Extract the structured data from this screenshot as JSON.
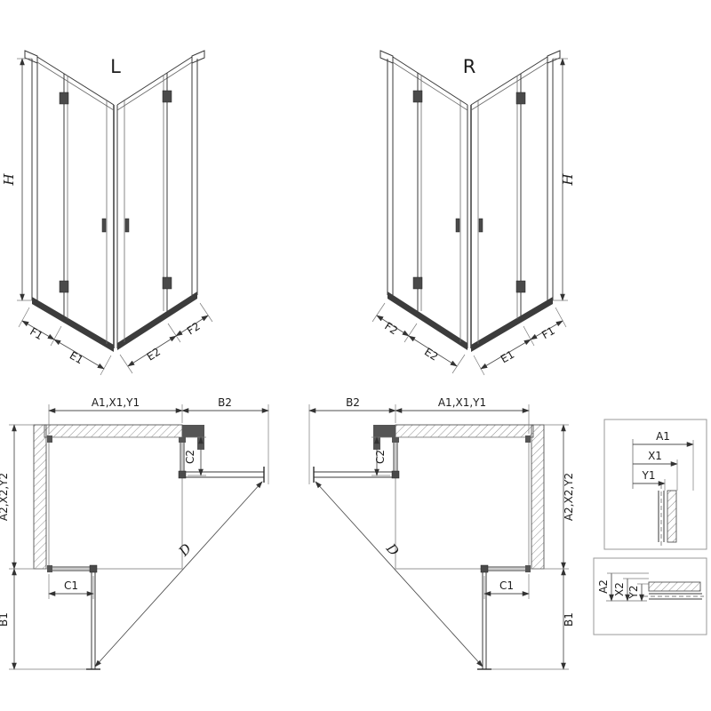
{
  "page": {
    "background": "#ffffff",
    "ink": "#2e2e2e"
  },
  "views": {
    "front_left": {
      "label": "L",
      "height_dim": "H",
      "bottom_dims_left": [
        "F1",
        "E1"
      ],
      "bottom_dims_right": [
        "E2",
        "F2"
      ]
    },
    "front_right": {
      "label": "R",
      "height_dim": "H",
      "bottom_dims_left": [
        "F2",
        "E2"
      ],
      "bottom_dims_right": [
        "E1",
        "F1"
      ]
    },
    "plan_left": {
      "top_dim": "A1,X1,Y1",
      "top_right_dim": "B2",
      "right_dim": "C2",
      "left_dim": "A2,X2,Y2",
      "left_bottom_dim": "B1",
      "bottom_dim": "C1",
      "diagonal_dim": "D"
    },
    "plan_right": {
      "top_left_dim": "B2",
      "top_dim": "A1,X1,Y1",
      "left_dim": "C2",
      "right_dim": "A2,X2,Y2",
      "right_bottom_dim": "B1",
      "bottom_dim": "C1",
      "diagonal_dim": "D"
    },
    "detail_top": {
      "dims": [
        "A1",
        "X1",
        "Y1"
      ]
    },
    "detail_bottom": {
      "dims": [
        "A2",
        "X2",
        "Y2"
      ]
    }
  }
}
